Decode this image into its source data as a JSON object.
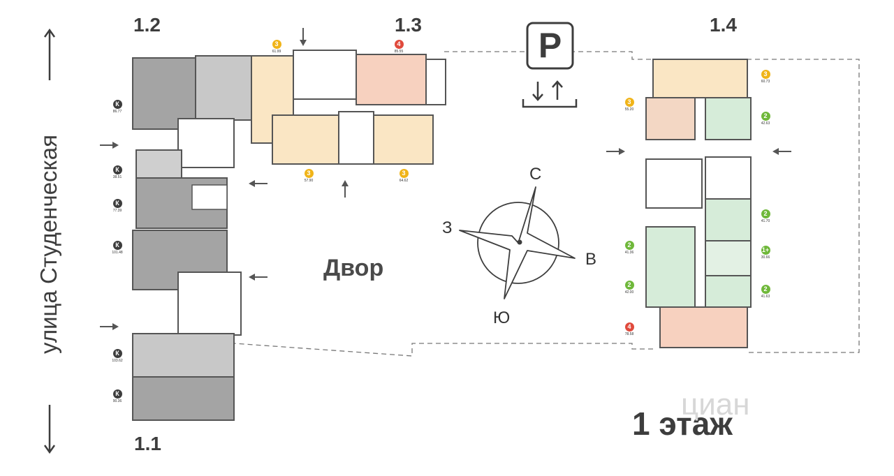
{
  "sections": {
    "s11": "1.1",
    "s12": "1.2",
    "s13": "1.3",
    "s14": "1.4"
  },
  "street_label": "улица Студенческая",
  "yard_label": "Двор",
  "floor_label": "1 этаж",
  "parking": {
    "sign": "P"
  },
  "compass": {
    "north": "С",
    "south": "Ю",
    "west": "З",
    "east": "В"
  },
  "watermark": "циан",
  "apartments": [
    {
      "rooms": "3",
      "area": "61.99",
      "color": "#f0b419"
    },
    {
      "rooms": "4",
      "area": "85.55",
      "color": "#e04a3c"
    },
    {
      "rooms": "3",
      "area": "57.90",
      "color": "#f0b419"
    },
    {
      "rooms": "3",
      "area": "64.62",
      "color": "#f0b419"
    },
    {
      "rooms": "3",
      "area": "55.20",
      "color": "#f0b419"
    },
    {
      "rooms": "3",
      "area": "60.73",
      "color": "#f0b419"
    },
    {
      "rooms": "2",
      "area": "42.63",
      "color": "#6fb83a"
    },
    {
      "rooms": "2",
      "area": "41.70",
      "color": "#6fb83a"
    },
    {
      "rooms": "2",
      "area": "41.36",
      "color": "#6fb83a"
    },
    {
      "rooms": "1+",
      "area": "30.66",
      "color": "#6fb83a"
    },
    {
      "rooms": "2",
      "area": "42.00",
      "color": "#6fb83a"
    },
    {
      "rooms": "2",
      "area": "41.63",
      "color": "#6fb83a"
    },
    {
      "rooms": "4",
      "area": "78.58",
      "color": "#e04a3c"
    }
  ],
  "commercial": [
    {
      "label": "К",
      "area": "86.77"
    },
    {
      "label": "К",
      "area": "38.51"
    },
    {
      "label": "К",
      "area": "77.39"
    },
    {
      "label": "К",
      "area": "101.48"
    },
    {
      "label": "К",
      "area": "103.62"
    },
    {
      "label": "К",
      "area": "90.36"
    }
  ],
  "colors": {
    "commercial": "#9e9e9e",
    "three_room": "#fae6c4",
    "four_room": "#f7d1bf",
    "two_room": "#d6ecd9"
  }
}
